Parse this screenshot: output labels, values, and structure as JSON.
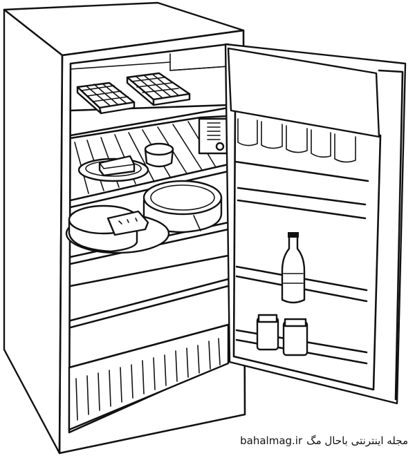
{
  "illustration": {
    "subject": "open refrigerator line drawing",
    "style": "black outline on white"
  },
  "watermark": {
    "site_url": "bahalmag.ir",
    "site_name_fa": "مجله اینترنتی باحال مگ"
  },
  "colors": {
    "line": "#111111",
    "background": "#ffffff"
  }
}
